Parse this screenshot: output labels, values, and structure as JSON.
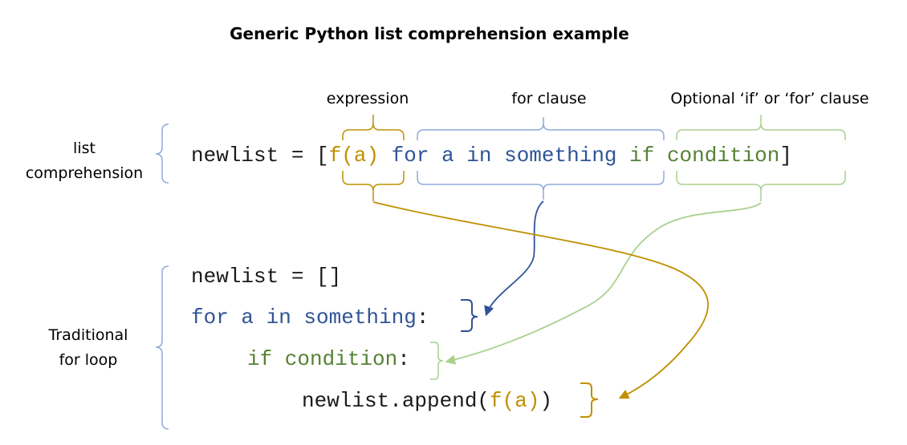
{
  "title": "Generic Python list comprehension example",
  "labels": {
    "expression": "expression",
    "for_clause": "for clause",
    "optional": "Optional ‘if’ or ‘for’ clause",
    "list_comp_line1": "list",
    "list_comp_line2": "comprehension",
    "trad_line1": "Traditional",
    "trad_line2": "for loop"
  },
  "comprehension": {
    "prefix": "newlist = [",
    "expression": "f(a)",
    "for_clause": "for a in something",
    "if_clause": "if condition",
    "suffix": "]"
  },
  "loop": {
    "line1": "newlist = []",
    "line2_code": "for a in something",
    "line2_colon": ":",
    "line3_code": "if condition",
    "line3_colon": ":",
    "line4_prefix": "newlist.append(",
    "line4_expr": "f(a)",
    "line4_suffix": ")"
  },
  "colors": {
    "expression": "#bf9000",
    "for_clause": "#2f5496",
    "if_clause": "#a9d18e",
    "bracket": "#8faadc",
    "text": "#1a1a1a"
  }
}
